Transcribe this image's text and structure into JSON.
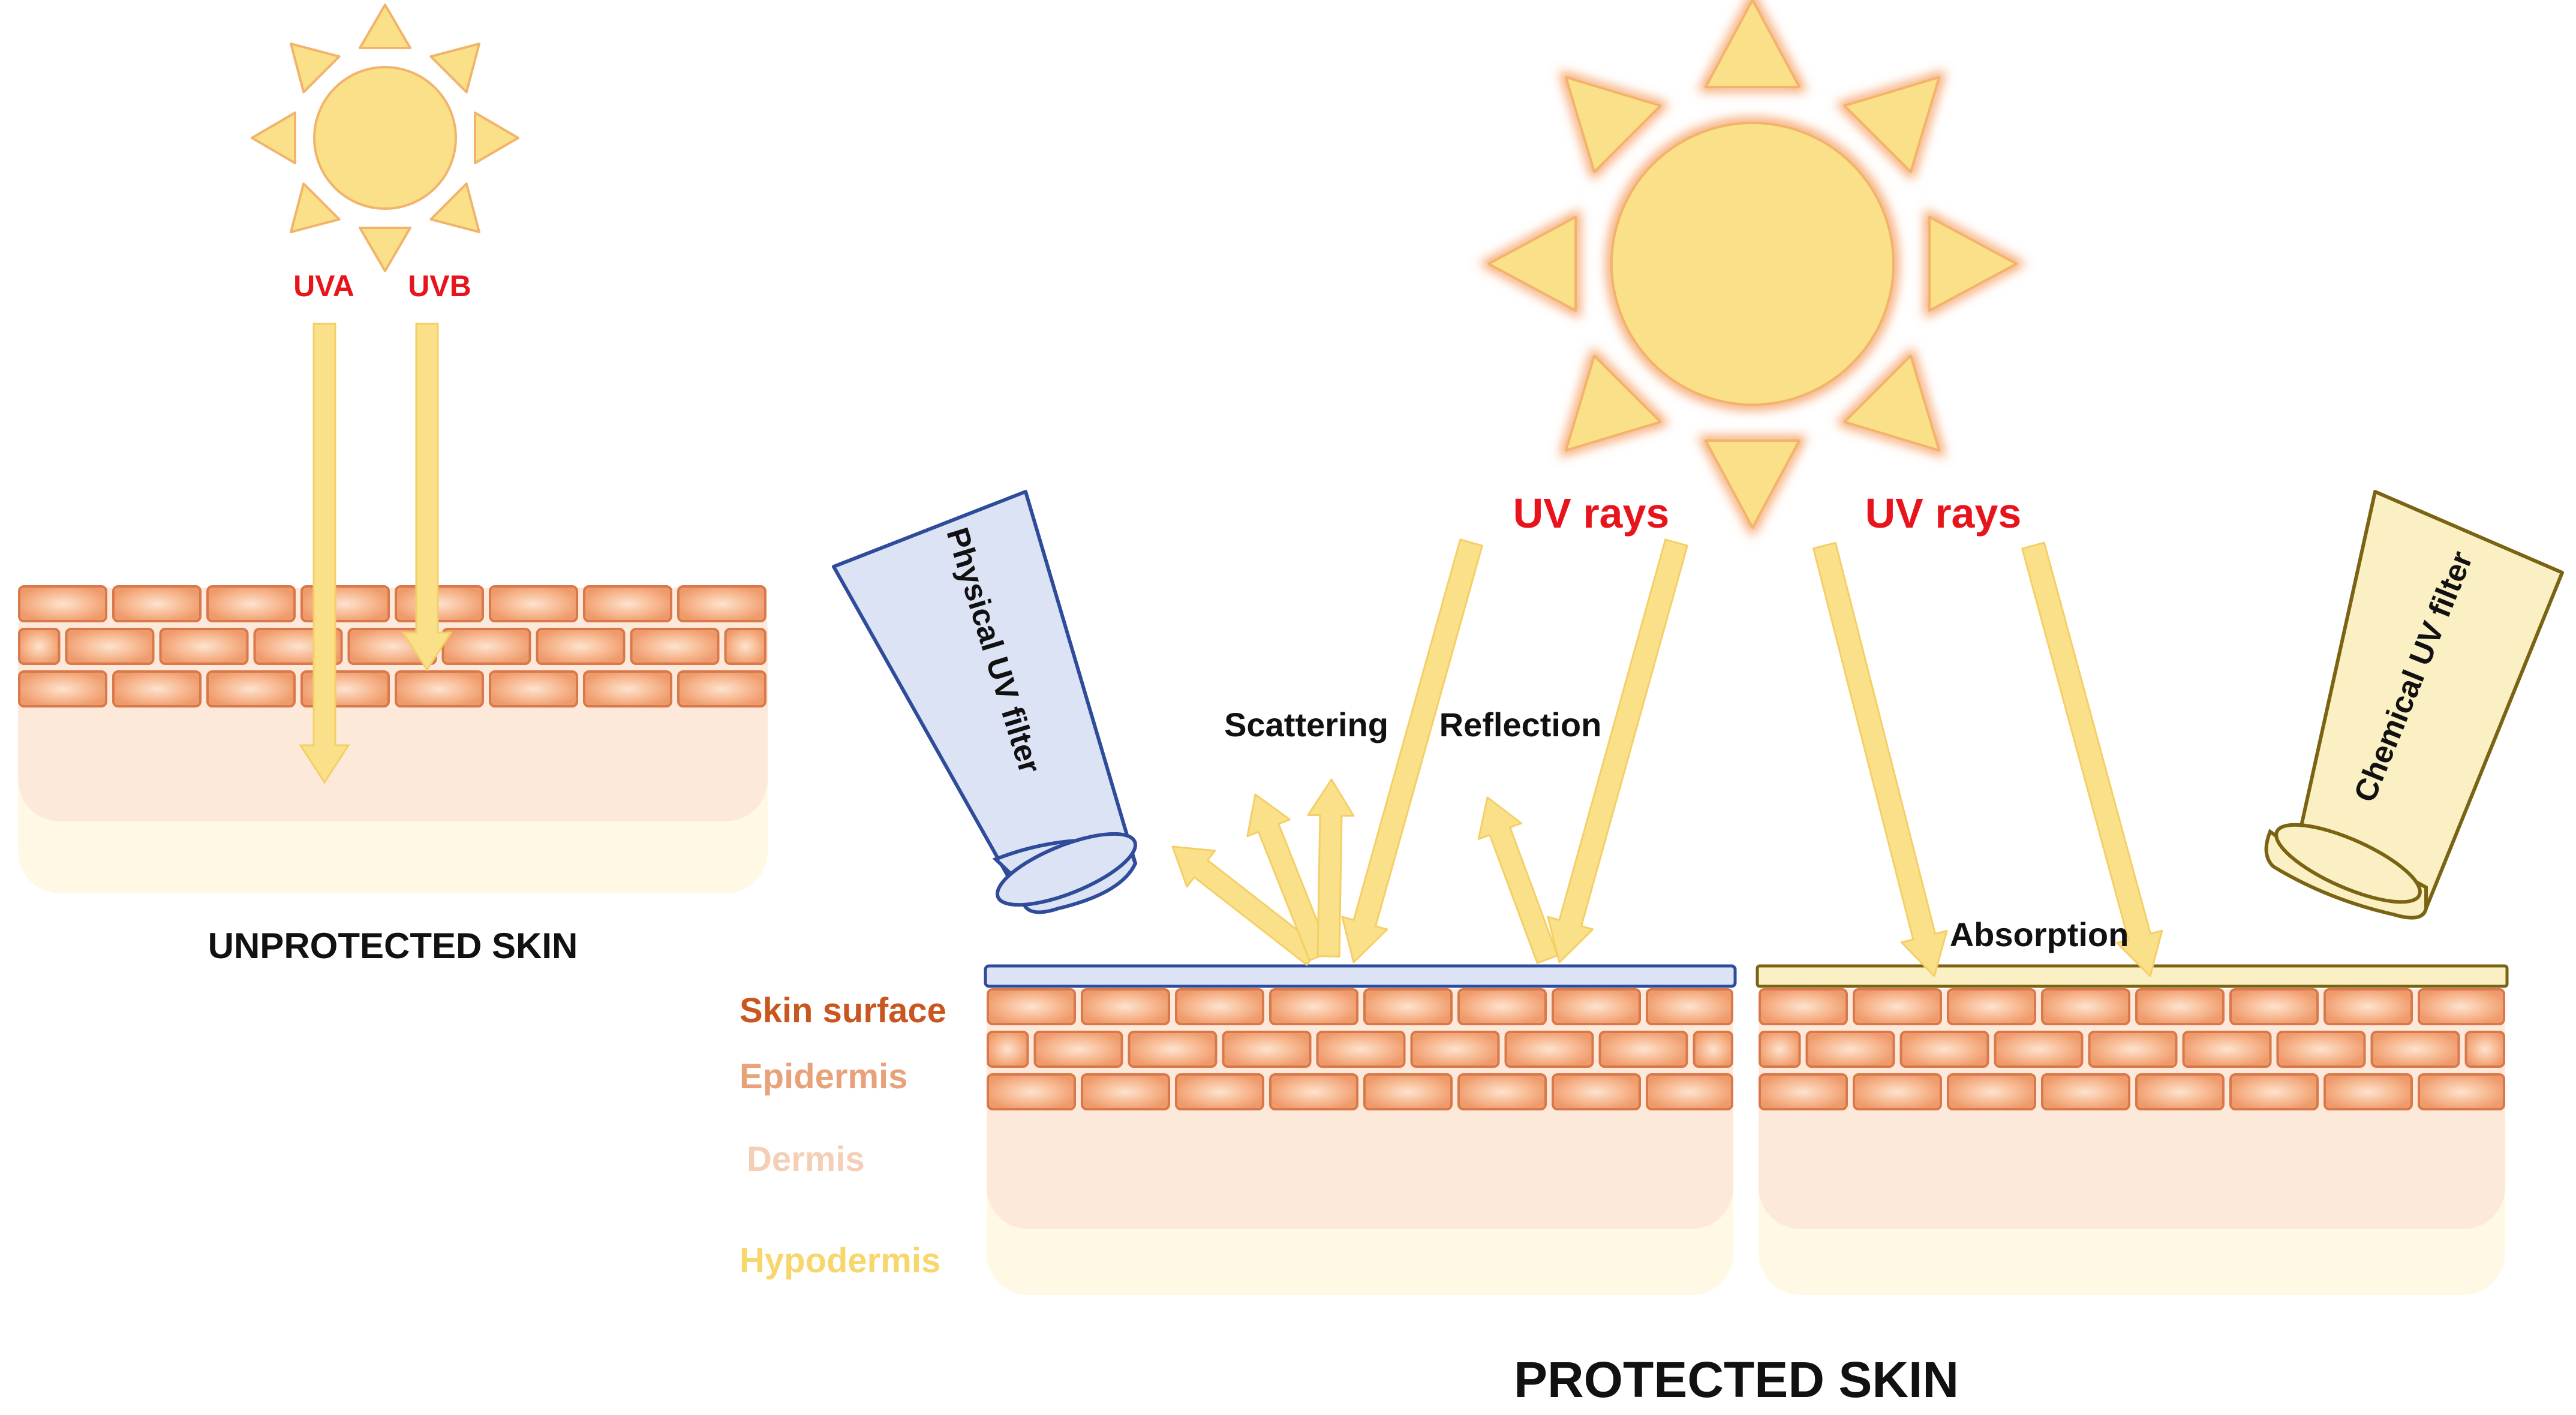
{
  "labels": {
    "uva": "UVA",
    "uvb": "UVB",
    "unprotected_title": "UNPROTECTED SKIN",
    "uv_rays_left": "UV rays",
    "uv_rays_right": "UV rays",
    "physical_filter": "Physical UV filter",
    "chemical_filter": "Chemical UV filter",
    "scattering": "Scattering",
    "reflection": "Reflection",
    "absorption": "Absorption",
    "skin_surface": "Skin surface",
    "epidermis": "Epidermis",
    "dermis": "Dermis",
    "hypodermis": "Hypodermis",
    "protected_title": "PROTECTED SKIN"
  },
  "colors": {
    "label_red": "#e8141c",
    "skin_surface": "#c8561e",
    "epidermis": "#e8a27a",
    "dermis": "#f2cfb5",
    "hypodermis": "#f7d66c",
    "sun_fill": "#fbe08a",
    "ray": "#fbe08a",
    "physical_tube": "#dbe3f5",
    "physical_outline": "#2e4c9a",
    "chemical_tube": "#fbf0c4",
    "chemical_outline": "#7a6414"
  }
}
